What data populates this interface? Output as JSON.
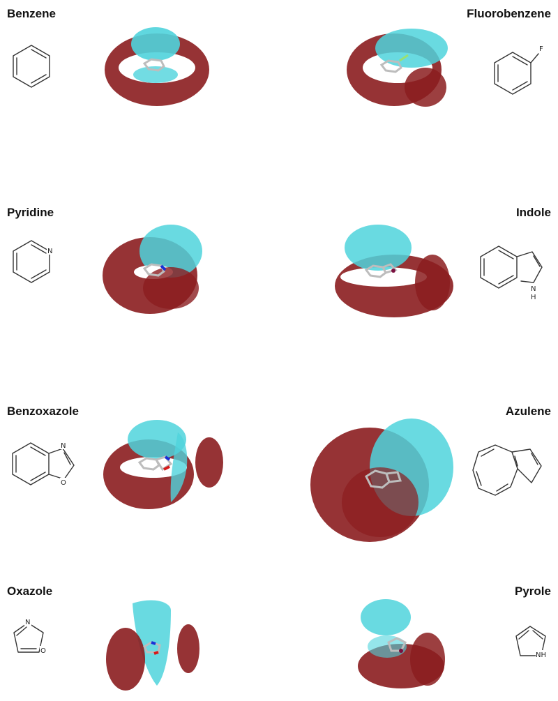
{
  "panels": [
    {
      "id": "benzene",
      "label": "Benzene"
    },
    {
      "id": "fluorobenzene",
      "label": "Fluorobenzene"
    },
    {
      "id": "pyridine",
      "label": "Pyridine"
    },
    {
      "id": "indole",
      "label": "Indole"
    },
    {
      "id": "benzoxazole",
      "label": "Benzoxazole"
    },
    {
      "id": "azulene",
      "label": "Azulene"
    },
    {
      "id": "oxazole",
      "label": "Oxazole"
    },
    {
      "id": "pyrole",
      "label": "Pyrole"
    }
  ],
  "atoms": {
    "fluorine": "F",
    "nitrogen": "N",
    "oxygen": "O",
    "nh": "H",
    "nh_n": "N",
    "pyrole_nh": "NH"
  },
  "colors": {
    "positive_surface": "#8b1d1f",
    "negative_surface": "#4fd3dc",
    "nitrogen_atom": "#1a2fd6",
    "oxygen_atom": "#d61a1a",
    "fluorine_atom": "#9be070",
    "stick": "#bdbdbd"
  }
}
